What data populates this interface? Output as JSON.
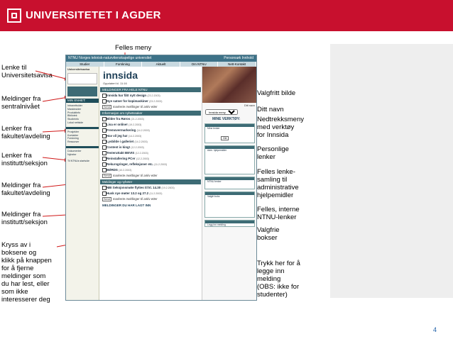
{
  "header": {
    "brand": "UNIVERSITETET I AGDER"
  },
  "page_number": "4",
  "annotations": {
    "top": "Felles meny",
    "left": [
      "Lenke til\nUniversitetsavisa",
      "Meldinger fra\nsentralnivået",
      "Lenker fra\nfakultet/avdeling",
      "Lenker fra\ninstitutt/seksjon",
      "Meldinger fra\nfakultet/avdeling",
      "Meldinger fra\ninstitutt/seksjon",
      "Kryss av i\nboksene og\nklikk på knappen\nfor å fjerne\nmeldinger som\ndu har lest, eller\nsom ikke\ninteresserer deg"
    ],
    "right": [
      "Valgfritt bilde",
      "Ditt navn",
      "Nedtrekksmeny\nmed verktøy\nfor Innsida",
      "Personlige\nlenker",
      "Felles lenke-\nsamling til\nadministrative\nhjelpemidler",
      "Felles, interne\nNTNU-lenker",
      "Valgfrie\nbokser",
      "Trykk her for å\nlegge inn\nmelding\n(OBS: ikke for\nstudenter)"
    ]
  },
  "screenshot": {
    "topbar": "NTNU  Norges teknisk-naturvitenskapelige universitet",
    "topbar_right": "Personsøk  Innhold",
    "nav": [
      "Studier",
      "Forskning",
      "Aktuelt",
      "Om NTNU",
      "Nett-Kontakt"
    ],
    "sidebar": {
      "top_title": "Universitetsavisa",
      "my_units": "MIN ENHET:",
      "links": [
        "Intranettsider",
        "Maskinsider",
        "Produktinfo",
        "Bibliotek",
        "Studieinfo",
        "Lokal nettside",
        "Prosjekter",
        "Kontakter",
        "Forskning",
        "Ressurser",
        "Dokumenter",
        "Nyheter"
      ],
      "bottom": "Til NTNUs startside"
    },
    "main": {
      "title": "innsida",
      "subtitle": "Oppdatert kl. 11:16",
      "section_central": "MELDINGER FRA HELE NTNU",
      "section_faculty": "Informasjon om nyhetssaker",
      "section_dept": "Meldinger og nyheter",
      "mark_label": "markerte meldinger til arkiv etter",
      "mark_btn": "Send",
      "items_central": [
        {
          "title": "Innsida har fått nytt design",
          "meta": "(23.2.2003)"
        },
        {
          "title": "Nye satser for kopimaskiner",
          "meta": "(23.2.2003)"
        }
      ],
      "items_faculty": [
        {
          "title": "Bilder fra Røros",
          "meta": "(21.2.2003)"
        },
        {
          "title": "Lisa er online!",
          "meta": "(19.2.2003)"
        },
        {
          "title": "Fremovermarkering",
          "meta": "(14.2.2003)"
        },
        {
          "title": "Hav vil jeg ha!",
          "meta": "(14.2.2003)"
        },
        {
          "title": "Lysbilde i galleriet",
          "meta": "(14.2.2003)"
        },
        {
          "title": "Content is king!",
          "meta": "(12.2.2003)"
        },
        {
          "title": "Testeruttakt BEVIS",
          "meta": "(12.2.2003)"
        },
        {
          "title": "Reinstallering PCer",
          "meta": "(12.2.2003)"
        },
        {
          "title": "Rekursgringer, refleksjoner etc.",
          "meta": "(11.2.2003)"
        },
        {
          "title": "BØRDS",
          "meta": "(10.2.2003)"
        }
      ],
      "items_dept": [
        {
          "title": "NBI Seksjonsmøte flyttes til kl. 14.30",
          "meta": "(19.2.2003)"
        },
        {
          "title": "Husk nye møter 13.2 og 27.2",
          "meta": "(11.2.2003)"
        }
      ],
      "footer": "MELDINGER DU HAR LAGT INN"
    },
    "right": {
      "name": "Ditt navn",
      "select": "Innsida meny",
      "tools_title": "MINE VERKTØY:",
      "go_btn": "Gå",
      "box_labels": [
        "Mine lenker",
        "Adm. hjelpemidler",
        "NTNU lenker",
        "Valgfri boks",
        "Legg inn melding"
      ]
    }
  },
  "colors": {
    "brand_red": "#c8102e",
    "ntnu_teal": "#3d6b75",
    "panel_grey": "#eeeeee",
    "page_number": "#1d5fa8"
  },
  "icons": [
    "uia-logo-icon"
  ]
}
